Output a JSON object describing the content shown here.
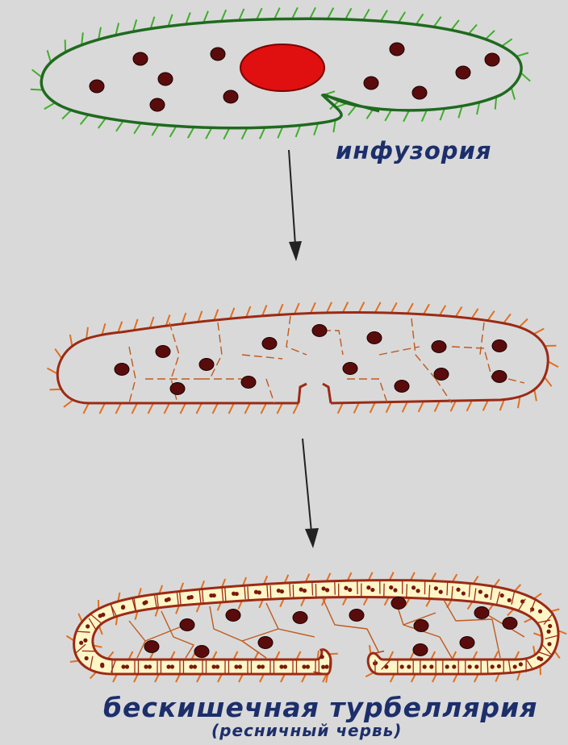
{
  "labels": {
    "infusoria": "инфузория",
    "turbellaria": "бескишечная турбеллярия",
    "turbellaria_subtitle": "(ресничный червь)"
  },
  "colors": {
    "background": "#d9d9d9",
    "infusoria_outline": "#1f6a1f",
    "infusoria_cilia": "#3fae2a",
    "macronucleus": "#e01010",
    "nucleus": "#5a0c0c",
    "worm_outline": "#9c2a14",
    "worm_cilia": "#e07020",
    "cell_walls": "#c05a1e",
    "epithelium_fill": "#fff6c8",
    "arrow": "#222222",
    "label_text": "#1c2f6b"
  }
}
